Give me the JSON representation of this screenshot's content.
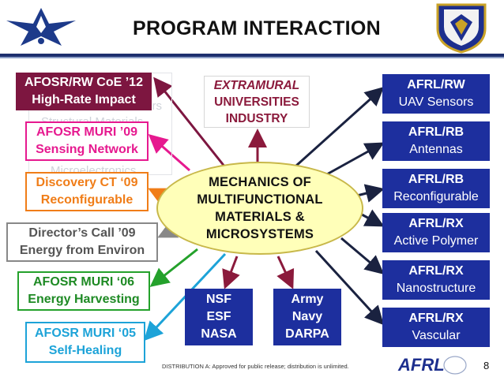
{
  "title": "PROGRAM INTERACTION",
  "center": [
    "MECHANICS OF",
    "MULTIFUNCTIONAL",
    "MATERIALS &",
    "MICROSYSTEMS"
  ],
  "extramural": [
    "EXTRAMURAL",
    "UNIVERSITIES",
    "INDUSTRY"
  ],
  "ghost_text": [
    "Structural Materials",
    "Sensors",
    "Microelectronics"
  ],
  "left_boxes": [
    {
      "lines": [
        "AFOSR/RW CoE ’12",
        "High-Rate Impact"
      ],
      "color": "#7d1640"
    },
    {
      "lines": [
        "AFOSR MURI ’09",
        "Sensing Network"
      ],
      "color": "#e6198f"
    },
    {
      "lines": [
        "Discovery CT ‘09",
        "Reconfigurable"
      ],
      "color": "#f07d18"
    },
    {
      "lines": [
        "Director’s Call ’09",
        "Energy from Environ"
      ],
      "color": "#888888"
    },
    {
      "lines": [
        "AFOSR MURI ‘06",
        "Energy Harvesting"
      ],
      "color": "#24a12b"
    },
    {
      "lines": [
        "AFOSR MURI ‘05",
        "Self-Healing"
      ],
      "color": "#1da3d8"
    }
  ],
  "right_boxes": [
    {
      "lines": [
        "AFRL/RW",
        "UAV Sensors"
      ]
    },
    {
      "lines": [
        "AFRL/RB",
        "Antennas"
      ]
    },
    {
      "lines": [
        "AFRL/RB",
        "Reconfigurable"
      ]
    },
    {
      "lines": [
        "AFRL/RX",
        "Active Polymer"
      ]
    },
    {
      "lines": [
        "AFRL/RX",
        "Nanostructure"
      ]
    },
    {
      "lines": [
        "AFRL/RX",
        "Vascular"
      ]
    }
  ],
  "bottom_boxes": [
    {
      "lines": [
        "NSF",
        "ESF",
        "NASA"
      ]
    },
    {
      "lines": [
        "Army",
        "Navy",
        "DARPA"
      ]
    }
  ],
  "footer": "DISTRIBUTION A:  Approved for public release; distribution is unlimited.",
  "logo_text": "AFRL",
  "page_number": "8",
  "colors": {
    "navy": "#1d2f9e",
    "maroon": "#7d1640",
    "ellipse_fill": "#ffffb9"
  }
}
